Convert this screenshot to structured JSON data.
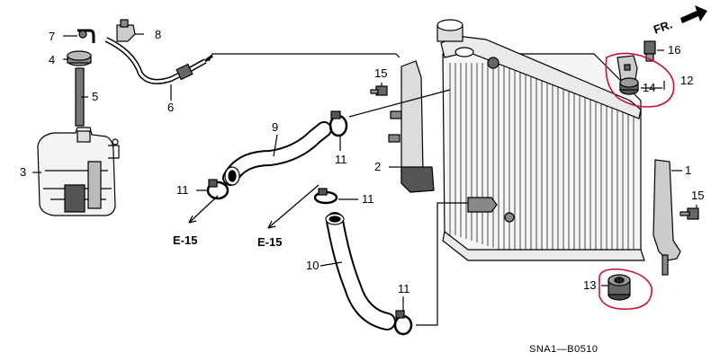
{
  "labels": {
    "p1": "1",
    "p2": "2",
    "p3": "3",
    "p4": "4",
    "p5": "5",
    "p6": "6",
    "p7": "7",
    "p8": "8",
    "p9": "9",
    "p10": "10",
    "p11a": "11",
    "p11b": "11",
    "p11c": "11",
    "p11d": "11",
    "p12": "12",
    "p13": "13",
    "p14": "14",
    "p15a": "15",
    "p15b": "15",
    "p16": "16"
  },
  "refs": {
    "e15a": "E-15",
    "e15b": "E-15"
  },
  "direction": {
    "fr": "FR."
  },
  "diagram_code": "SNA1—B0510",
  "colors": {
    "line": "#000000",
    "highlight": "#c8102e",
    "fill_dark": "#555555",
    "fill_light": "#e6e6e6"
  }
}
